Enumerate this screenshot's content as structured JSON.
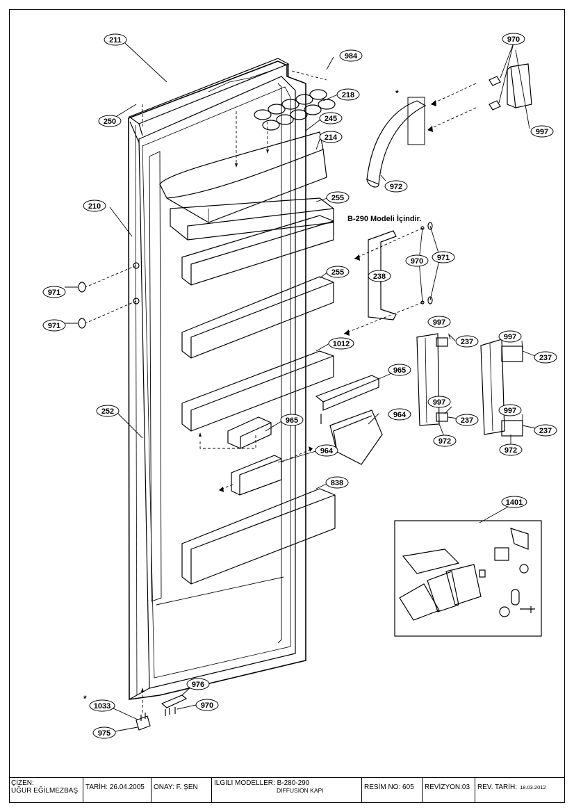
{
  "drawing": {
    "note_b290": "B-290 Modeli İçindir.",
    "asterisk": "*",
    "labels": {
      "p211": "211",
      "p984": "984",
      "p970a": "970",
      "p250": "250",
      "p218": "218",
      "p997a": "997",
      "p245": "245",
      "p214": "214",
      "p972a": "972",
      "p210": "210",
      "p255a": "255",
      "p970b": "970",
      "p971a": "971",
      "p255b": "255",
      "p238": "238",
      "p971b": "971",
      "p971c": "971",
      "p1012": "1012",
      "p997b": "997",
      "p237a": "237",
      "p997c": "997",
      "p237b": "237",
      "p965a": "965",
      "p252": "252",
      "p964a": "964",
      "p997d": "997",
      "p237c": "237",
      "p997e": "997",
      "p237d": "237",
      "p965b": "965",
      "p972b": "972",
      "p972c": "972",
      "p964b": "964",
      "p838": "838",
      "p1401": "1401",
      "p976": "976",
      "p1033": "1033",
      "p970c": "970",
      "p975": "975"
    }
  },
  "title_block": {
    "cizen_label": "ÇİZEN:",
    "cizen_value": "UĞUR EĞİLMEZBAŞ",
    "tarih": "TARİH: 26.04.2005",
    "onay": "ONAY: F. ŞEN",
    "modeller": "İLGİLİ MODELLER: B-280-290",
    "part_name": "DIFFUSION KAPI",
    "resim_no": "RESİM NO: 605",
    "revizyon": "REVİZYON:03",
    "rev_tarih_label": "REV. TARİH:",
    "rev_tarih_value": "18.03.2012"
  }
}
